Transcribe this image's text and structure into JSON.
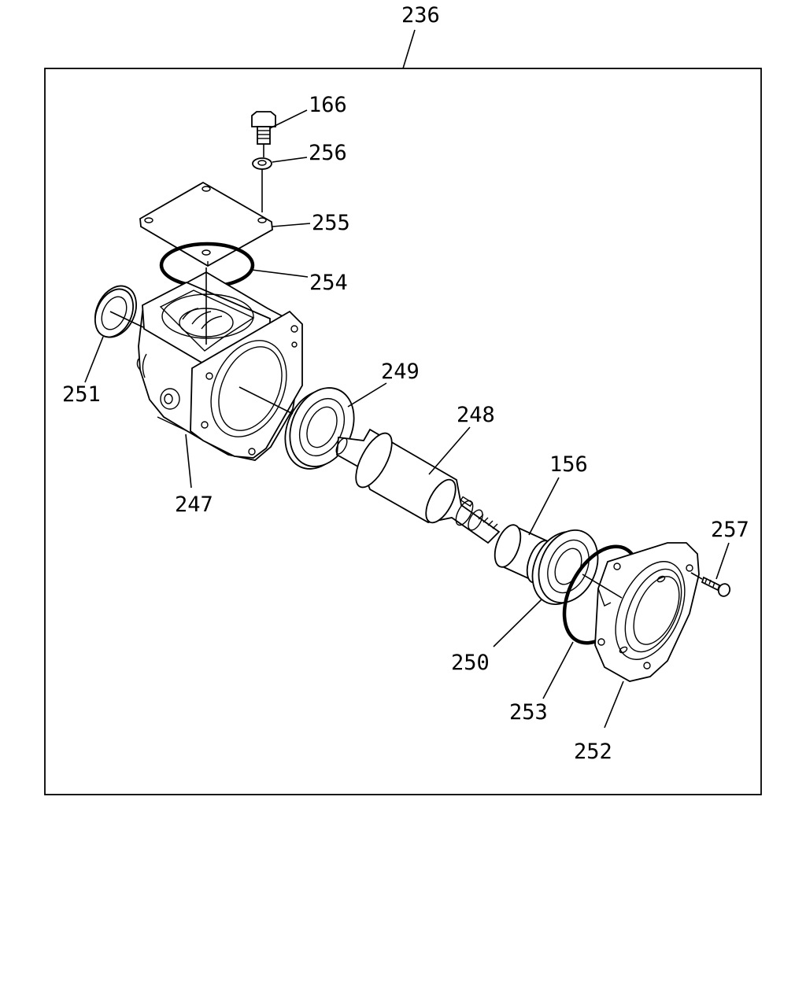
{
  "diagram": {
    "assembly_label": "236",
    "parts": {
      "p166": "166",
      "p256": "256",
      "p255": "255",
      "p254": "254",
      "p251": "251",
      "p249": "249",
      "p248": "248",
      "p247": "247",
      "p156": "156",
      "p257": "257",
      "p250": "250",
      "p253": "253",
      "p252": "252"
    }
  }
}
